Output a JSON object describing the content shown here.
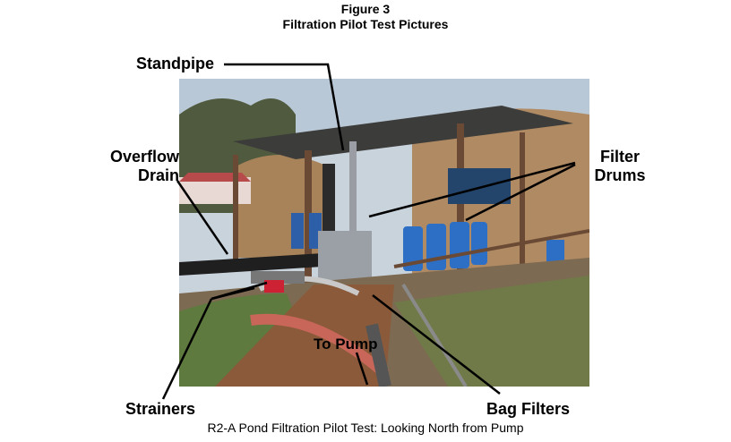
{
  "figure": {
    "number_label": "Figure 3",
    "title": "Filtration Pilot Test Pictures"
  },
  "callouts": {
    "standpipe": "Standpipe",
    "overflow_drain_line1": "Overflow",
    "overflow_drain_line2": "Drain",
    "filter_drums_line1": "Filter",
    "filter_drums_line2": "Drums",
    "strainers": "Strainers",
    "bag_filters": "Bag Filters",
    "to_pump": "To Pump"
  },
  "caption": "R2-A Pond Filtration Pilot Test:  Looking North from Pump"
}
